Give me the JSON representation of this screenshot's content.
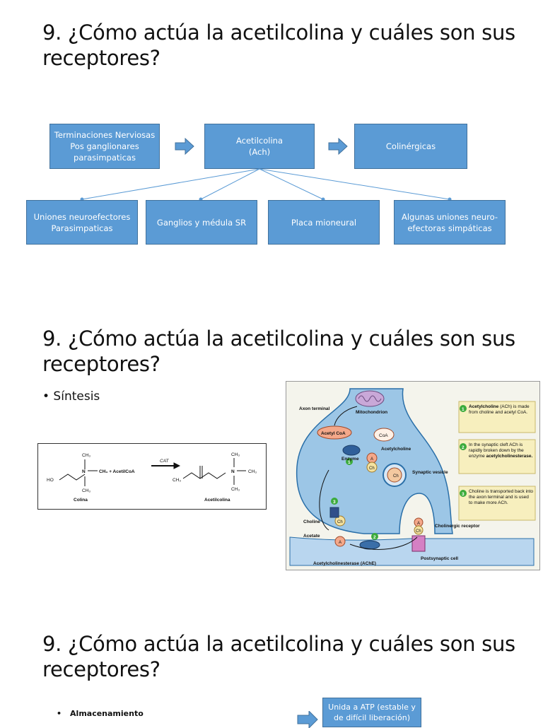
{
  "slide1": {
    "title": "9. ¿Cómo actúa la acetilcolina y cuáles son sus receptores?",
    "box_terminaciones": "Terminaciones Nerviosas\nPos ganglionares\nparasimpaticas",
    "box_acetilcolina": "Acetilcolina\n(Ach)",
    "box_colinergicas": "Colinérgicas",
    "box_uniones": "Uniones neuroefectores\nParasimpaticas",
    "box_ganglios": "Ganglios y médula SR",
    "box_placa": "Placa mioneural",
    "box_algunas": "Algunas uniones neuro-\nefectoras simpáticas",
    "accent_color": "#5b9bd5"
  },
  "slide2": {
    "title": "9. ¿Cómo actúa la acetilcolina y cuáles son sus receptores?",
    "bullet": "• Síntesis",
    "reaction": {
      "substrate_group": "CH₃ + AcetilCoA",
      "enzyme": "CAT",
      "reactant_name": "Colina",
      "product_name": "Acetilcolina",
      "ch3": "CH₃",
      "n": "N",
      "ho": "HO",
      "ch3_right": "CH₃"
    },
    "figure": {
      "axon_terminal": "Axon terminal",
      "mitochondrion": "Mitochondrion",
      "acetyl_coa": "Acetyl CoA",
      "coa": "CoA",
      "enzyme": "Enzyme",
      "acetylcholine": "Acetylcholine",
      "synaptic_vesicle": "Synaptic vesicle",
      "choline": "Choline",
      "acetate": "Acetate",
      "cholinergic_receptor": "Cholinergic receptor",
      "ache": "Acetylcholinesterase (AChE)",
      "postsynaptic": "Postsynaptic cell",
      "a": "A",
      "ch": "Ch",
      "n1": "1",
      "n2": "2",
      "n3": "3",
      "note1_bold": "Acetylcholine",
      "note1": "(ACh) is made from choline and acetyl CoA.",
      "note2": "In the synaptic cleft ACh is rapidly broken down by the enzyme",
      "note2_bold": "acetylcholinesterase.",
      "note3": "Choline is transported back into the axon terminal and is used to make more ACh."
    }
  },
  "slide3": {
    "title": "9. ¿Cómo actúa la acetilcolina y cuáles son sus receptores?",
    "bullet": "Almacenamiento",
    "box_atp": "Unida a ATP (estable y\nde difícil liberación)"
  }
}
